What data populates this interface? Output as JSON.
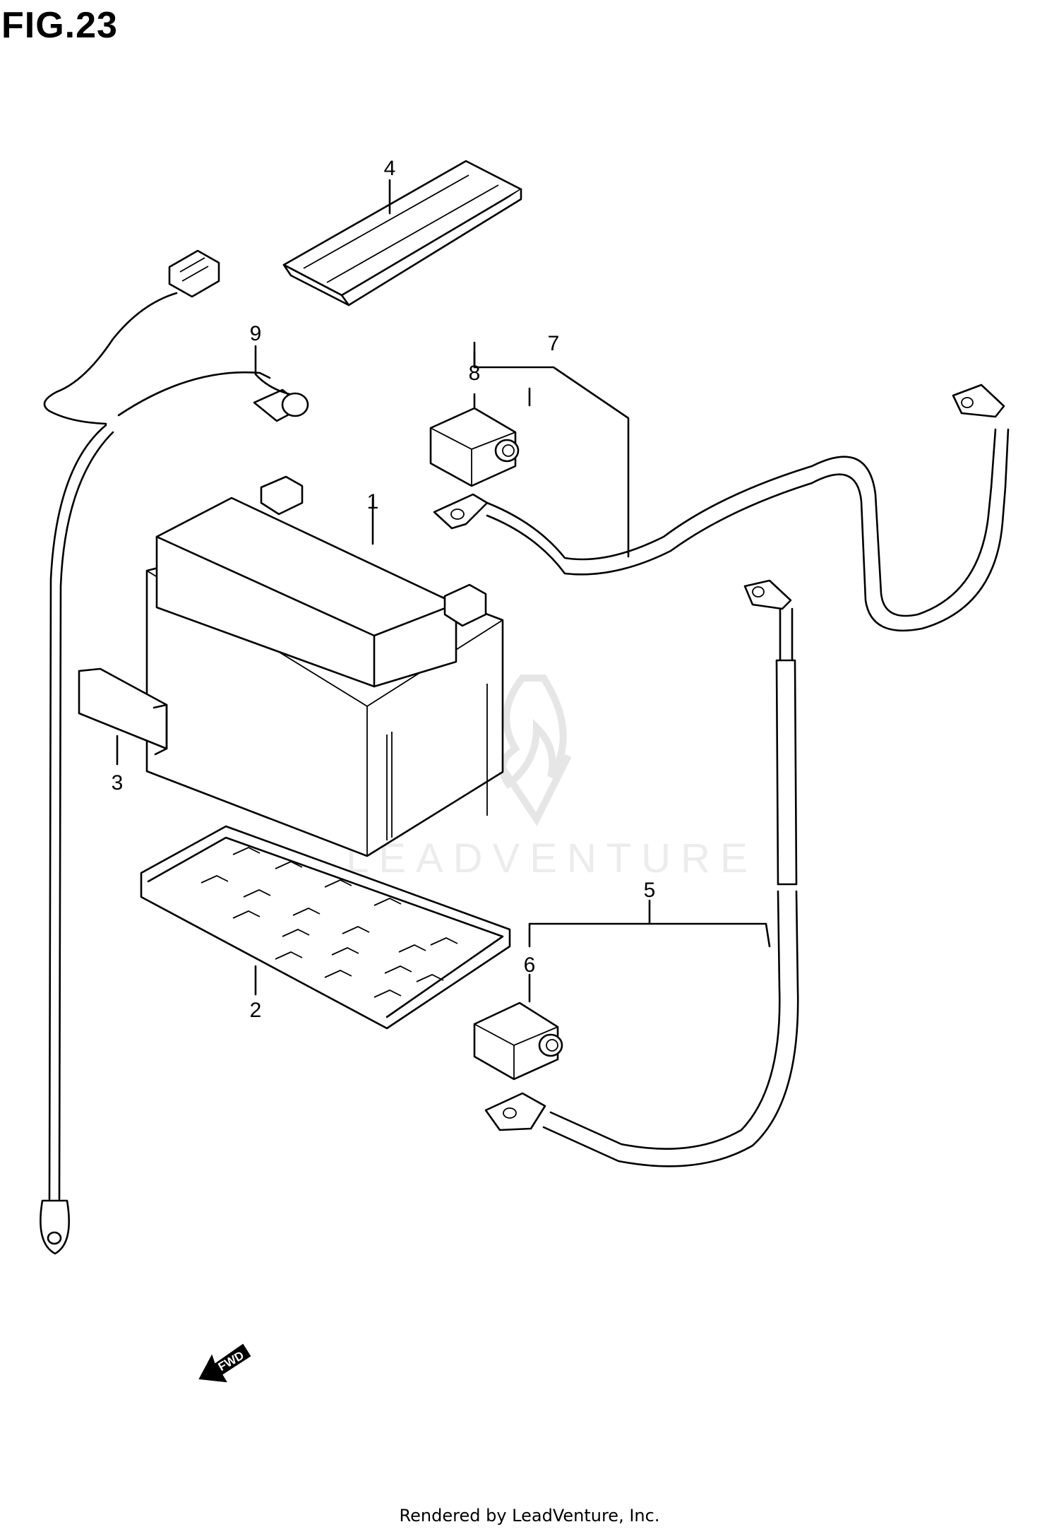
{
  "figure": {
    "title": "FIG.23"
  },
  "callouts": [
    {
      "id": "callout-1",
      "number": "1"
    },
    {
      "id": "callout-2",
      "number": "2"
    },
    {
      "id": "callout-3",
      "number": "3"
    },
    {
      "id": "callout-4",
      "number": "4"
    },
    {
      "id": "callout-5",
      "number": "5"
    },
    {
      "id": "callout-6",
      "number": "6"
    },
    {
      "id": "callout-7",
      "number": "7"
    },
    {
      "id": "callout-8",
      "number": "8"
    },
    {
      "id": "callout-9",
      "number": "9"
    }
  ],
  "fwd_arrow": {
    "label": "FWD"
  },
  "watermark": {
    "text": "LEADVENTURE"
  },
  "footer": {
    "credit": "Rendered by LeadVenture, Inc."
  }
}
